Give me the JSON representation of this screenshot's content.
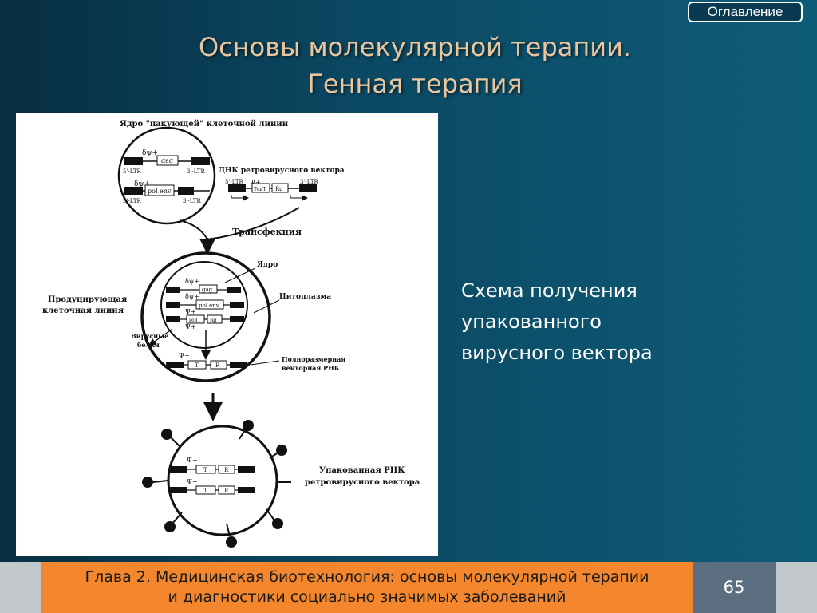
{
  "toc_button": {
    "label": "Оглавление"
  },
  "title": {
    "line1": "Основы молекулярной терапии.",
    "line2": "Генная терапия"
  },
  "diagram": {
    "packaging_nucleus": "Ядро \"пакующей\" клеточной линии",
    "delta_psi": "δψ+",
    "psi": "Ψ+",
    "ltr5": "5'-LTR",
    "ltr3": "3'-LTR",
    "gag": "gag",
    "polenv": "pol env",
    "vector_dna": "ДНК ретровирусного вектора",
    "transgene": "Т",
    "transgene_full": "ТеиТ",
    "rg": "Rg",
    "transfection": "Трансфекция",
    "producing_line_1": "Продуцирующая",
    "producing_line_2": "клеточная линия",
    "nucleus": "Ядро",
    "cytoplasm": "Цитоплазма",
    "viral_proteins_1": "Вирусные",
    "viral_proteins_2": "белки",
    "fulllength_rna_1": "Полноразмерная",
    "fulllength_rna_2": "векторная РНК",
    "packaged_rna_1": "Упакованная РНК",
    "packaged_rna_2": "ретровирусного вектора",
    "r": "R"
  },
  "caption": {
    "line1": "Схема получения",
    "line2": "упакованного",
    "line3": "вирусного вектора"
  },
  "footer": {
    "chapter_line1": "Глава 2. Медицинская биотехнология: основы молекулярной терапии",
    "chapter_line2": "и диагностики социально значимых заболеваний",
    "page_number": "65"
  }
}
